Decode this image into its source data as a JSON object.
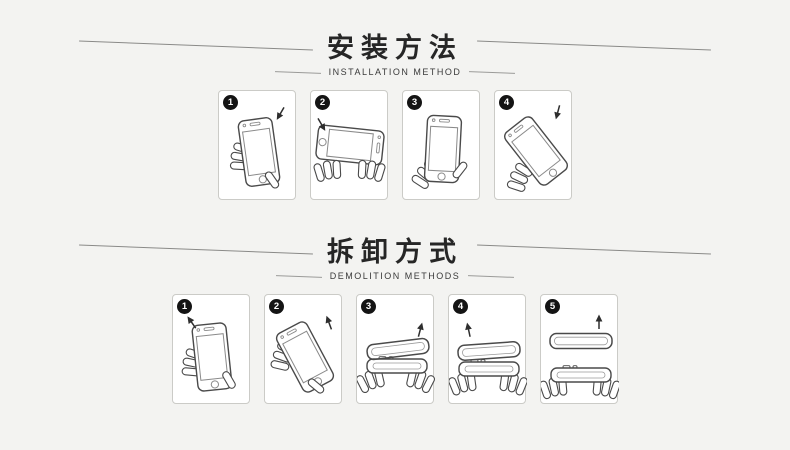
{
  "page": {
    "background_color": "#f3f3f1",
    "panel_background": "#ffffff",
    "panel_border_color": "#cbcbc7",
    "badge_color": "#141414",
    "line_art_color": "#4a4a4a"
  },
  "sections": {
    "install": {
      "title": "安装方法",
      "subtitle": "INSTALLATION METHOD",
      "steps": [
        {
          "num": "1",
          "illustration": "hand-holding-phone-clip-top-corner"
        },
        {
          "num": "2",
          "illustration": "hands-pressing-bumper-on-side-edge"
        },
        {
          "num": "3",
          "illustration": "hand-holding-phone-front-seated"
        },
        {
          "num": "4",
          "illustration": "hand-pressing-case-final-corner"
        }
      ]
    },
    "remove": {
      "title": "拆卸方式",
      "subtitle": "DEMOLITION METHODS",
      "steps": [
        {
          "num": "1",
          "illustration": "hand-holding-phone-push-corner-out"
        },
        {
          "num": "2",
          "illustration": "thumb-pushing-phone-out-of-bumper"
        },
        {
          "num": "3",
          "illustration": "peeling-bumper-frame-off-edge"
        },
        {
          "num": "4",
          "illustration": "lifting-bumper-frame-from-phone"
        },
        {
          "num": "5",
          "illustration": "bumper-frame-removed-upward"
        }
      ]
    }
  }
}
